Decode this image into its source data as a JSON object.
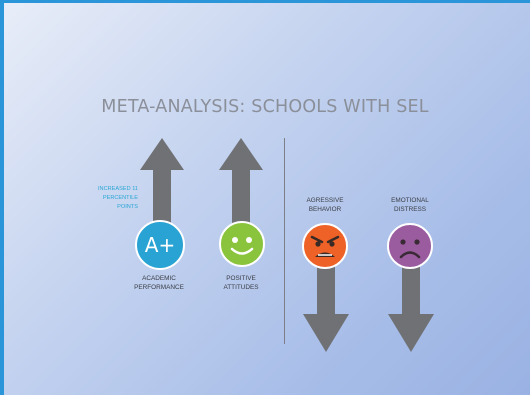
{
  "title": "META-ANALYSIS: SCHOOLS WITH SEL",
  "note": "INCREASED 11 PERCENTILE POINTS",
  "items": [
    {
      "label": "ACADEMIC\nPERFORMANCE",
      "direction": "up",
      "icon": "a-plus-icon",
      "icon_text": "A+",
      "color": "#29a3d3"
    },
    {
      "label": "POSITIVE\nATTITUDES",
      "direction": "up",
      "icon": "smiley-face-icon",
      "color": "#8ac33c"
    },
    {
      "label": "AGRESSIVE\nBEHAVIOR",
      "direction": "down",
      "icon": "angry-face-icon",
      "color": "#ee6228"
    },
    {
      "label": "EMOTIONAL\nDISTRESS",
      "direction": "down",
      "icon": "sad-face-icon",
      "color": "#9a5c9f"
    }
  ]
}
